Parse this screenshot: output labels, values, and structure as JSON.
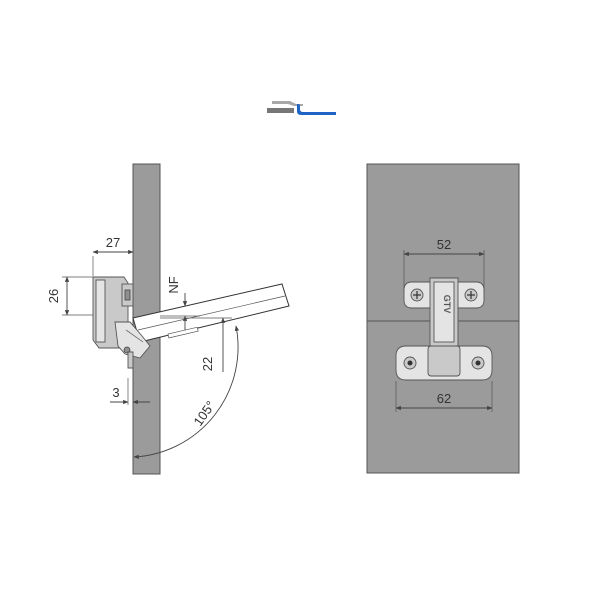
{
  "side_view": {
    "dim_top": "27",
    "dim_height": "26",
    "dim_nf": "NF",
    "dim_offset": "22",
    "dim_gap": "3",
    "angle": "105°"
  },
  "front_view": {
    "dim_plate_width": "52",
    "dim_base_width": "62",
    "logo": "GTV"
  },
  "overlay_icon": {
    "panel_color": "#777777",
    "accent_color": "#1f63c4"
  },
  "colors": {
    "panel_gray": "#9b9b9c",
    "line": "#444444"
  }
}
